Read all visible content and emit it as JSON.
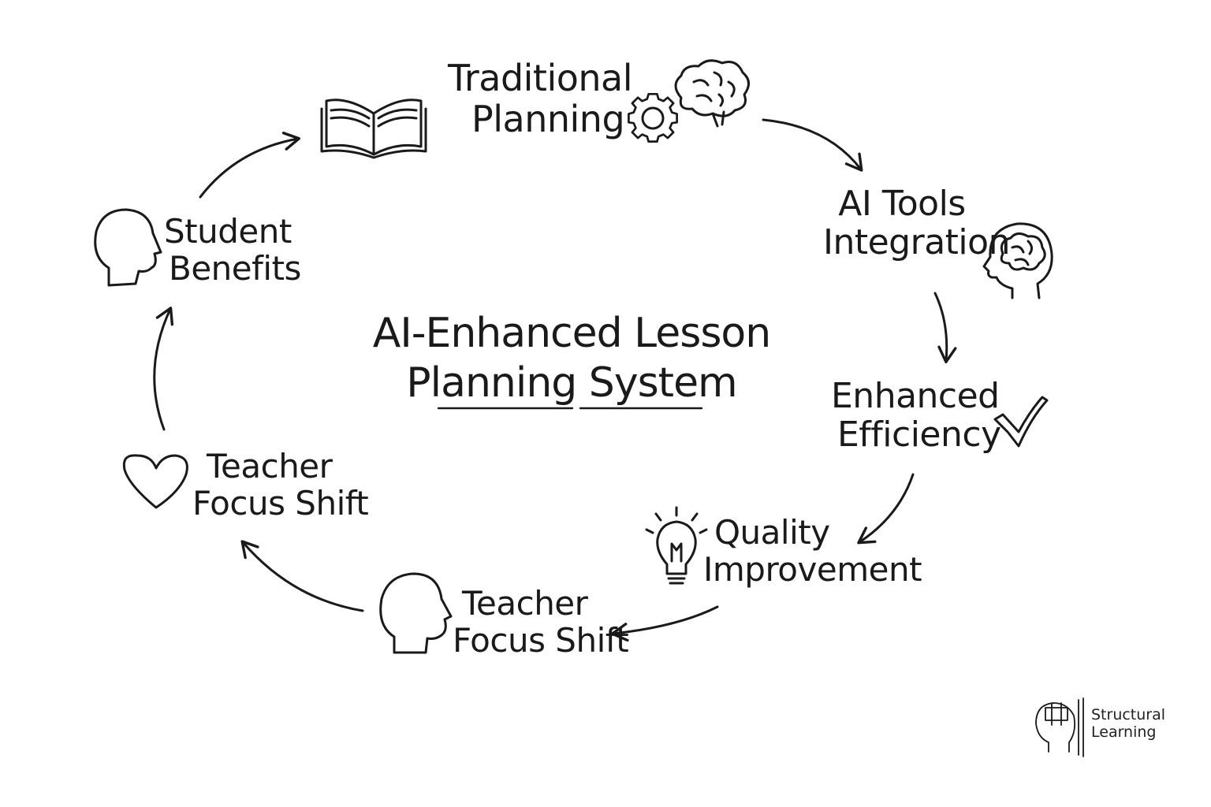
{
  "diagram": {
    "title": {
      "line1": "AI-Enhanced Lesson",
      "line2": "Planning System"
    },
    "steps": [
      {
        "line1": "Traditional",
        "line2": "Planning",
        "icons": [
          "open-book-icon",
          "gear-icon",
          "brain-icon"
        ]
      },
      {
        "line1": "AI Tools",
        "line2": "Integration",
        "icons": [
          "head-brain-icon"
        ]
      },
      {
        "line1": "Enhanced",
        "line2": "Efficiency",
        "icons": [
          "checkmark-icon"
        ]
      },
      {
        "line1": "Quality",
        "line2": "Improvement",
        "icons": [
          "lightbulb-icon"
        ]
      },
      {
        "line1": "Teacher",
        "line2": "Focus Shift",
        "icons": [
          "head-icon"
        ]
      },
      {
        "line1": "Teacher",
        "line2": "Focus Shift",
        "icons": [
          "heart-icon"
        ]
      },
      {
        "line1": "Student",
        "line2": "Benefits",
        "icons": [
          "head-icon"
        ]
      }
    ]
  },
  "brand": {
    "line1": "Structural",
    "line2": "Learning",
    "icon": "brain-puzzle-logo-icon"
  },
  "colors": {
    "ink": "#1a1a1a",
    "background": "#ffffff"
  }
}
